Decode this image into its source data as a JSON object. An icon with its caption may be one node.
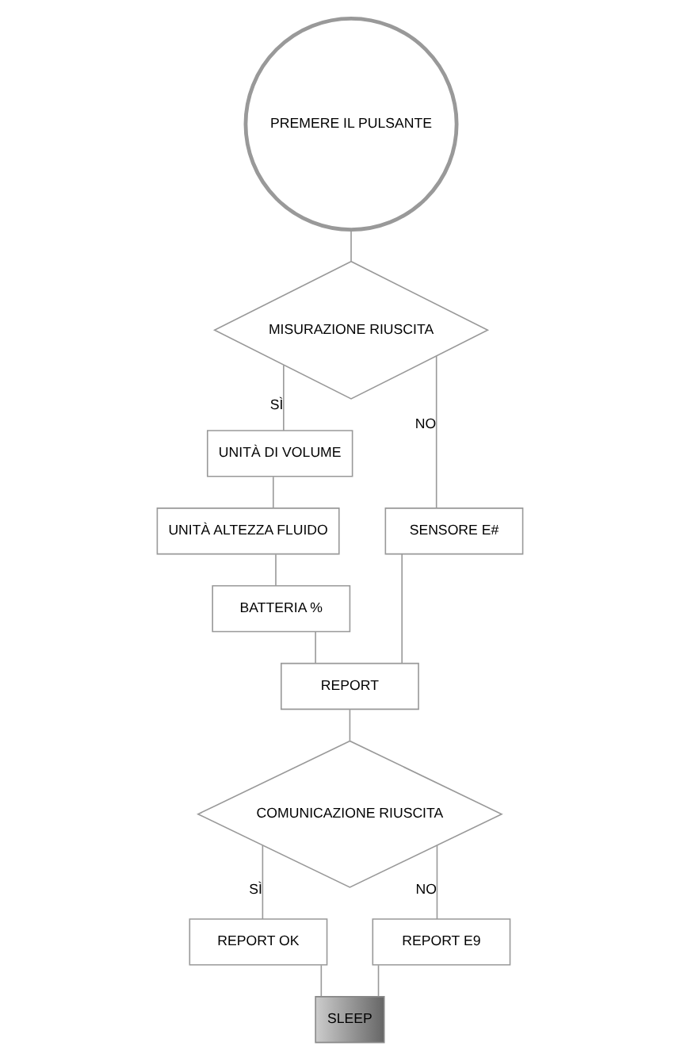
{
  "diagram": {
    "nodes": [
      {
        "text": [
          "PREMERE IL PULSANTE"
        ]
      },
      {
        "text": [
          "MISURAZIONE RIUSCITA"
        ]
      },
      {
        "text": [
          "UNITÀ DI VOLUME"
        ]
      },
      {
        "text": [
          "UNITÀ ALTEZZA FLUIDO"
        ]
      },
      {
        "text": [
          "BATTERIA %"
        ]
      },
      {
        "text": [
          "SENSORE E#"
        ]
      },
      {
        "text": [
          "REPORT"
        ]
      },
      {
        "text": [
          "COMUNICAZIONE RIUSCITA"
        ]
      },
      {
        "text": [
          "REPORT OK"
        ]
      },
      {
        "text": [
          "REPORT E9"
        ]
      },
      {
        "text": [
          "SLEEP"
        ]
      }
    ],
    "edges": [
      {
        "from": 0,
        "to": 1,
        "arrow": "none"
      },
      {
        "from": 1,
        "to": 2,
        "arrow": "none",
        "label": "SÌ"
      },
      {
        "from": 1,
        "to": 5,
        "arrow": "none",
        "label": "NO"
      },
      {
        "from": 2,
        "to": 3,
        "arrow": "none"
      },
      {
        "from": 3,
        "to": 4,
        "arrow": "none"
      },
      {
        "from": 4,
        "to": 6,
        "arrow": "none"
      },
      {
        "from": 5,
        "to": 6,
        "arrow": "none"
      },
      {
        "from": 6,
        "to": 7,
        "arrow": "none"
      },
      {
        "from": 7,
        "to": 8,
        "arrow": "none",
        "label": "SÌ"
      },
      {
        "from": 7,
        "to": 9,
        "arrow": "none",
        "label": "NO"
      },
      {
        "from": 8,
        "to": 10,
        "arrow": "none"
      },
      {
        "from": 9,
        "to": 10,
        "arrow": "none"
      }
    ]
  }
}
